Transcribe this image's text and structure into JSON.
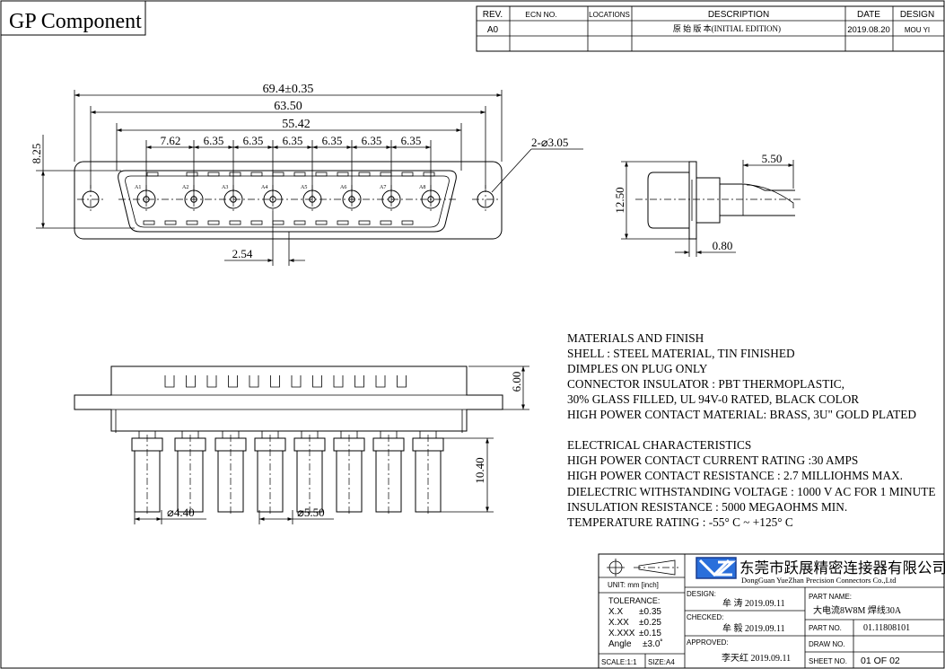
{
  "title_block": {
    "company_title": "GP Component"
  },
  "revision_table": {
    "headers": [
      "REV.",
      "ECN NO.",
      "LOCATIONS",
      "DESCRIPTION",
      "DATE",
      "DESIGN"
    ],
    "rows": [
      {
        "rev": "A0",
        "ecn": "",
        "locations": "",
        "description": "原 始 版 本(INITIAL EDITION)",
        "date": "2019.08.20",
        "design": "MOU  YI"
      }
    ]
  },
  "front_view": {
    "overall_width": "69.4±0.35",
    "mount_hole_spacing": "63.50",
    "shell_width": "55.42",
    "pitch_first": "7.62",
    "pitch": "6.35",
    "height": "8.25",
    "mount_hole": "2-⌀3.05",
    "offset": "2.54",
    "contact_labels": [
      "A1",
      "A2",
      "A3",
      "A4",
      "A5",
      "A6",
      "A7",
      "A8"
    ]
  },
  "side_view": {
    "height": "12.50",
    "tail_length": "5.50",
    "flange": "0.80"
  },
  "bottom_view": {
    "shell_height": "6.00",
    "pin_length": "10.40",
    "dia_small": "⌀4.40",
    "dia_large": "⌀5.50"
  },
  "notes": {
    "materials": [
      "MATERIALS AND FINISH",
      "SHELL : STEEL MATERIAL, TIN FINISHED",
      "DIMPLES ON PLUG ONLY",
      "CONNECTOR INSULATOR : PBT THERMOPLASTIC,",
      "30% GLASS FILLED, UL 94V-0 RATED, BLACK COLOR",
      "HIGH POWER CONTACT MATERIAL: BRASS, 3U\" GOLD PLATED"
    ],
    "electrical": [
      "ELECTRICAL CHARACTERISTICS",
      "HIGH POWER CONTACT CURRENT RATING :30 AMPS",
      "HIGH POWER CONTACT RESISTANCE : 2.7 MILLIOHMS MAX.",
      "DIELECTRIC WITHSTANDING VOLTAGE : 1000 V AC FOR 1 MINUTE",
      "INSULATION RESISTANCE : 5000 MEGAOHMS MIN.",
      "TEMPERATURE RATING : -55° C ~ +125° C"
    ]
  },
  "company_block": {
    "logo_text": "YZ",
    "name_cn": "东莞市跃展精密连接器有限公司",
    "name_en": "DongGuan YueZhan Precision Connectors Co.,Ltd",
    "unit": "UNIT:  mm [inch]",
    "tolerance_label": "TOLERANCE:",
    "tolerances": [
      {
        "k": "X.X",
        "v": "±0.35"
      },
      {
        "k": "X.XX",
        "v": "±0.25"
      },
      {
        "k": "X.XXX",
        "v": "±0.15"
      },
      {
        "k": "Angle",
        "v": "±3.0˚"
      }
    ],
    "scale": "SCALE:1:1",
    "size": "SIZE:A4",
    "design_label": "DESIGN:",
    "design_value": "牟  涛 2019.09.11",
    "checked_label": "CHECKED:",
    "checked_value": "牟  毅 2019.09.11",
    "approved_label": "APPROVED:",
    "approved_value": "李天红 2019.09.11",
    "part_name_label": "PART NAME:",
    "part_name_value": "大电流8W8M 焊线30A",
    "part_no_label": "PART NO.",
    "part_no_value": "01.11808101",
    "draw_no_label": "DRAW NO.",
    "draw_no_value": "",
    "sheet_no_label": "SHEET NO.",
    "sheet_no_value": "01  OF  02"
  }
}
